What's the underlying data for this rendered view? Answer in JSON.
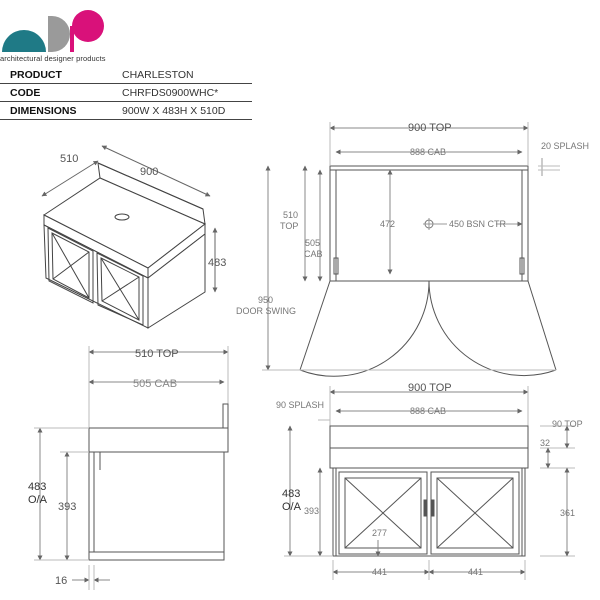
{
  "brand": {
    "tagline": "architectural designer products",
    "colors": {
      "teal": "#1f7a86",
      "grey": "#9a9a9a",
      "pink": "#d9117a"
    }
  },
  "specs": [
    {
      "label": "PRODUCT",
      "value": "CHARLESTON"
    },
    {
      "label": "CODE",
      "value": "CHRFDS0900WHC*"
    },
    {
      "label": "DIMENSIONS",
      "value": "900W X 483H X 510D"
    }
  ],
  "iso": {
    "depth": "510",
    "width": "900",
    "height": "483"
  },
  "plan": {
    "top_width": "900 TOP",
    "cab_width": "888 CAB",
    "splash": "20 SPLASH",
    "top_depth": "510",
    "top_depth_2": "TOP",
    "cab_depth": "505",
    "cab_depth_2": "CAB",
    "basin_offset": "472",
    "basin_centre": "450 BSN CTR",
    "door_swing": "950",
    "door_swing_2": "DOOR SWING"
  },
  "side": {
    "top_depth": "510 TOP",
    "cab_depth": "505 CAB",
    "overall_height": "483",
    "overall_height_2": "O/A",
    "cab_height": "393",
    "toe": "16"
  },
  "front": {
    "top_width": "900 TOP",
    "cab_width": "888 CAB",
    "splash": "90 SPLASH",
    "top_thickness": "90 TOP",
    "gap": "32",
    "overall_height": "483",
    "overall_height_2": "O/A",
    "cab_height": "393",
    "door_height": "361",
    "handle_width": "277",
    "door_left": "441",
    "door_right": "441"
  }
}
